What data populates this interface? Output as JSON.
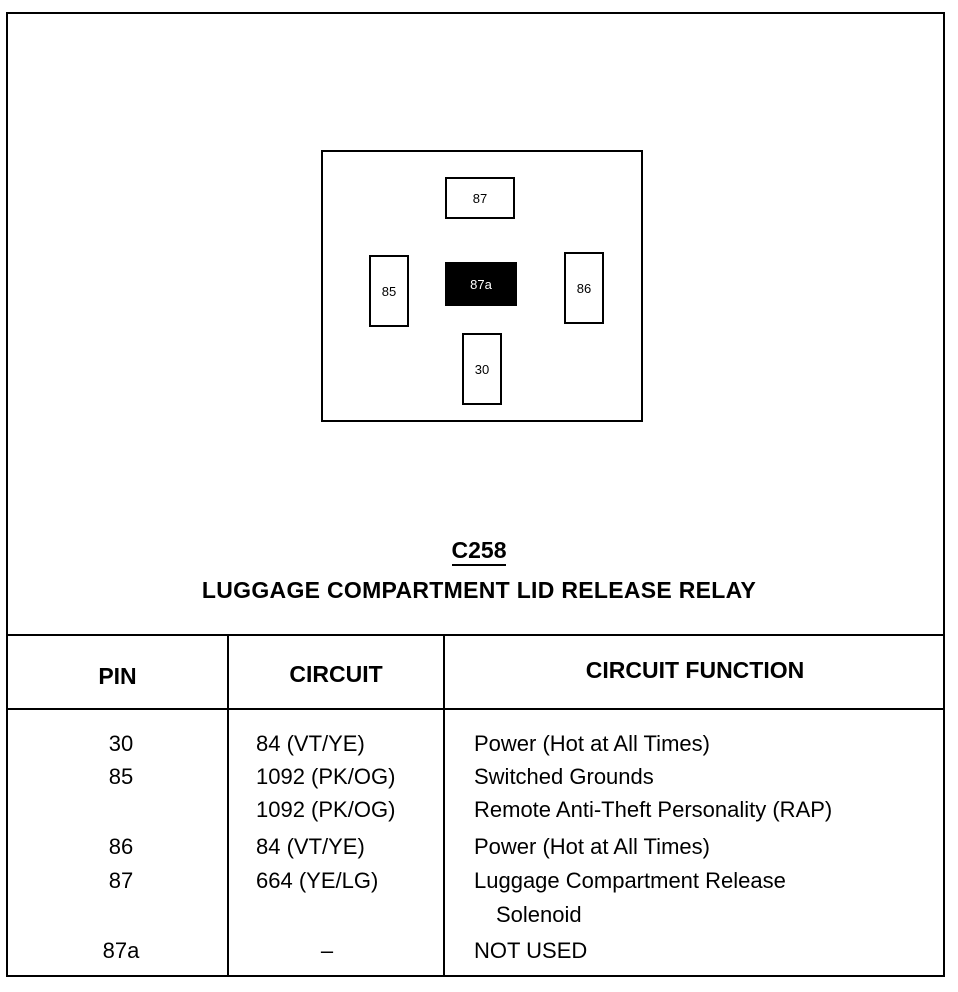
{
  "connector": {
    "id": "C258",
    "title": "LUGGAGE COMPARTMENT LID RELEASE RELAY",
    "pins": [
      {
        "label": "87",
        "filled": false
      },
      {
        "label": "85",
        "filled": false
      },
      {
        "label": "87a",
        "filled": true
      },
      {
        "label": "86",
        "filled": false
      },
      {
        "label": "30",
        "filled": false
      }
    ]
  },
  "table": {
    "headers": [
      "PIN",
      "CIRCUIT",
      "CIRCUIT FUNCTION"
    ],
    "rows": [
      {
        "pin": "30",
        "circuit": "84 (VT/YE)",
        "function": "Power (Hot at All Times)"
      },
      {
        "pin": "85",
        "circuit": "1092 (PK/OG)",
        "function": "Switched Grounds"
      },
      {
        "pin": "",
        "circuit": "1092 (PK/OG)",
        "function": "Remote Anti-Theft Personality (RAP)"
      },
      {
        "pin": "86",
        "circuit": "84 (VT/YE)",
        "function": "Power (Hot at All Times)"
      },
      {
        "pin": "87",
        "circuit": "664 (YE/LG)",
        "function": "Luggage Compartment Release"
      },
      {
        "pin": "",
        "circuit": "",
        "function": "Solenoid"
      },
      {
        "pin": "87a",
        "circuit": "–",
        "function": "NOT USED"
      }
    ]
  }
}
